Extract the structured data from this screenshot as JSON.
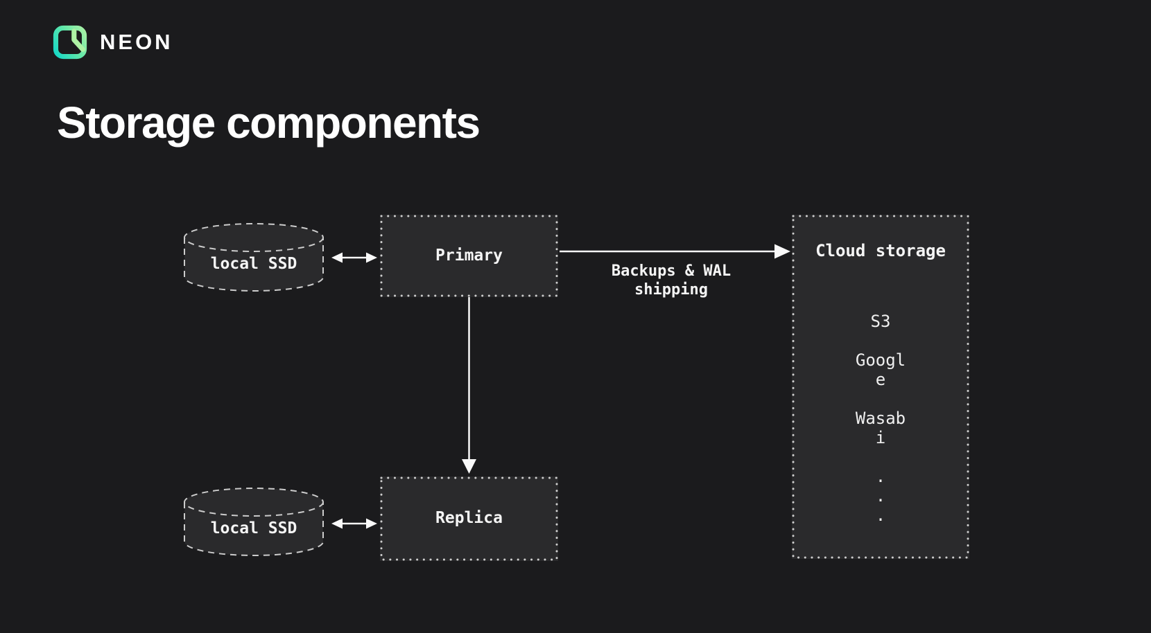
{
  "colors": {
    "background": "#1b1b1d",
    "node_fill": "#2a2a2c",
    "border_gray": "#cccccc",
    "text_white": "#f5f5f5",
    "arrow_white": "#fafafa",
    "logo_teal": "#14d7c7",
    "logo_green": "#aef2a5"
  },
  "brand": {
    "icon": "neon-logo-icon",
    "wordmark": "NEON"
  },
  "title": "Storage components",
  "diagram": {
    "local_ssd_top": {
      "label": "local SSD"
    },
    "local_ssd_bottom": {
      "label": "local SSD"
    },
    "primary": {
      "label": "Primary"
    },
    "replica": {
      "label": "Replica"
    },
    "cloud": {
      "title": "Cloud storage",
      "items": [
        {
          "lines": [
            "S3"
          ]
        },
        {
          "lines": [
            "Googl",
            "e"
          ]
        },
        {
          "lines": [
            "Wasab",
            "i"
          ]
        },
        {
          "lines": [
            ".",
            ".",
            "."
          ]
        }
      ]
    },
    "backups_edge": {
      "lines": [
        "Backups & WAL",
        "shipping"
      ]
    }
  }
}
